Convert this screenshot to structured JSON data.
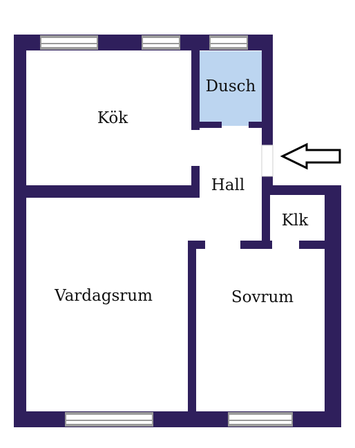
{
  "rooms": {
    "kok": "Kök",
    "dusch": "Dusch",
    "hall": "Hall",
    "klk": "Klk",
    "vardagsrum": "Vardagsrum",
    "sovrum": "Sovrum"
  },
  "colors": {
    "wall": "#2f1f5c",
    "shower_fill": "#bcd5f0",
    "window_frame": "#9a9a9a",
    "window_glass": "#ffffff",
    "arrow_stroke": "#000000"
  },
  "icons": {
    "entrance": "entrance-arrow-icon"
  }
}
